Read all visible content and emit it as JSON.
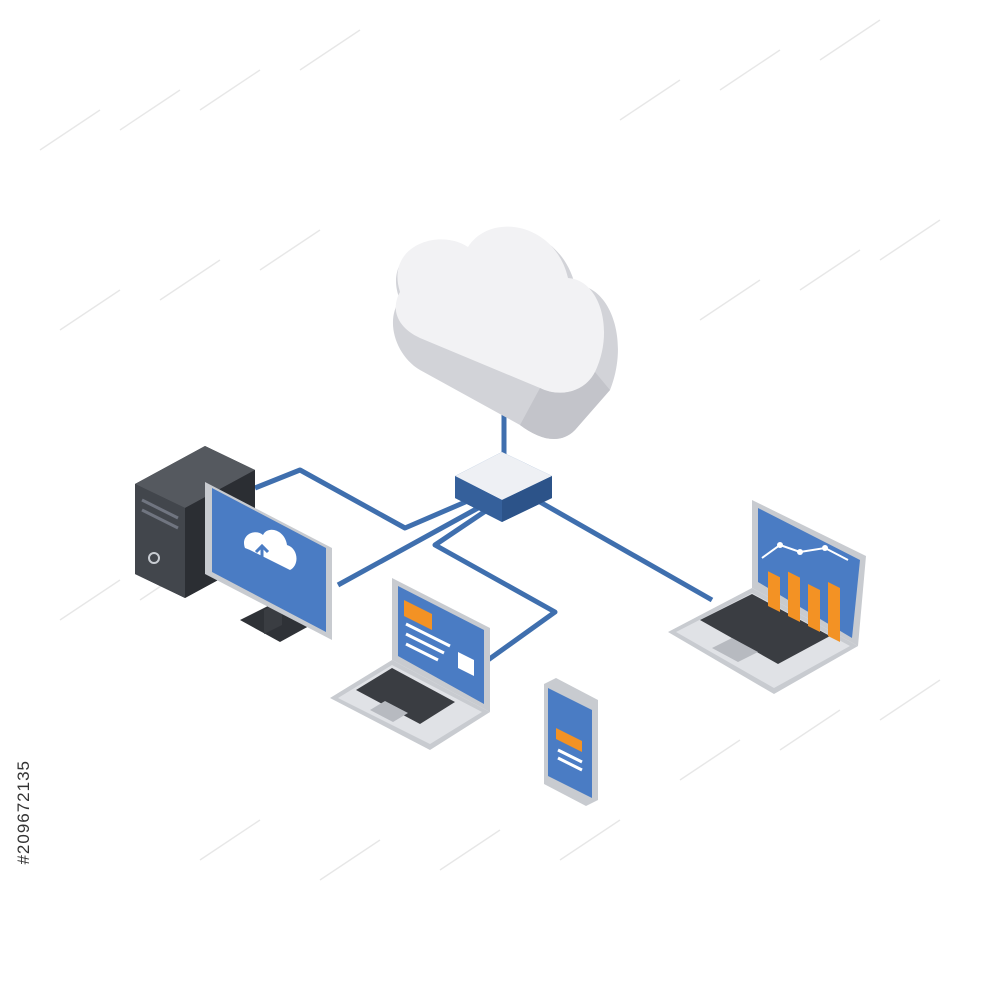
{
  "illustration": {
    "subject": "cloud-computing-network",
    "colors": {
      "cable": "#3f6fae",
      "screen_blue": "#4a7cc4",
      "accent_orange": "#f39224",
      "cloud_light": "#f1f1f3",
      "cloud_shadow": "#cfcfd4",
      "device_gray": "#c8cbd0",
      "tower_dark": "#3a3d42"
    },
    "chart_on_laptop": {
      "bar_levels": [
        0.35,
        0.55,
        0.5,
        0.75
      ]
    }
  },
  "stock_id": "#209672135"
}
